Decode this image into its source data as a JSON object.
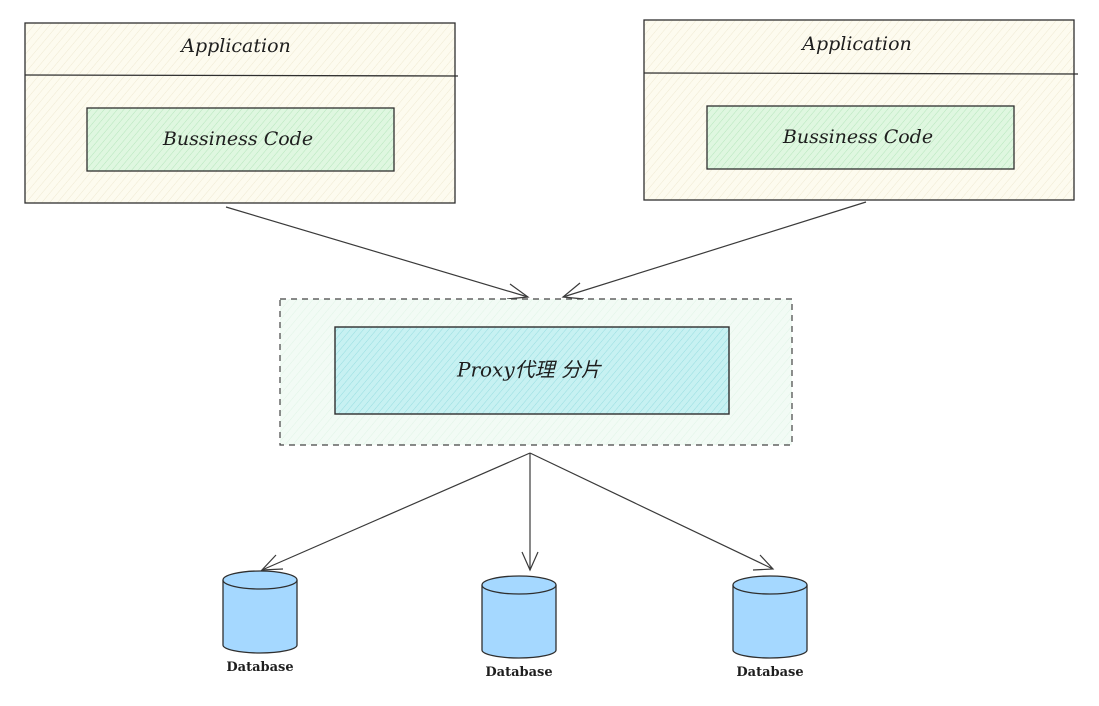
{
  "applications": [
    {
      "title": "Application",
      "business_label": "Bussiness Code"
    },
    {
      "title": "Application",
      "business_label": "Bussiness Code"
    }
  ],
  "proxy": {
    "label": "Proxy代理 分片"
  },
  "databases": [
    {
      "label": "Database"
    },
    {
      "label": "Database"
    },
    {
      "label": "Database"
    }
  ],
  "colors": {
    "application_fill": "#fdfbef",
    "business_fill": "#d3f5d6",
    "proxy_outer_fill": "#eef9f1",
    "proxy_inner_fill": "#b9eef0",
    "database_fill": "#a5d8ff",
    "stroke": "#2f2f2f"
  }
}
